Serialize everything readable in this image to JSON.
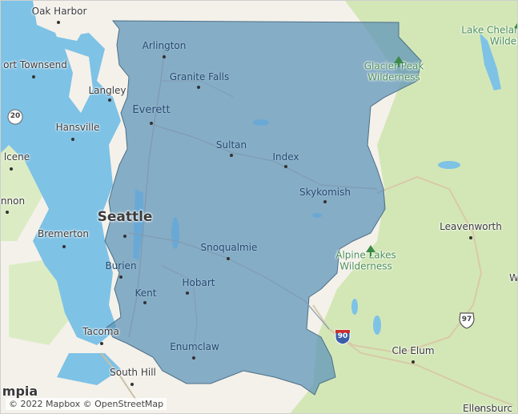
{
  "map": {
    "attribution": "© 2022 Mapbox © OpenStreetMap",
    "region_fill": "#5b93b8",
    "water_color": "#7ec2e6",
    "land_color": "#f4f1ea",
    "forest_color": "#d3e7b6",
    "places": {
      "oak_harbor": "Oak Harbor",
      "port_townsend": "ort Townsend",
      "langley": "Langley",
      "hansville": "Hansville",
      "everett": "Everett",
      "arlington": "Arlington",
      "granite_falls": "Granite Falls",
      "sultan": "Sultan",
      "index": "Index",
      "skykomish": "Skykomish",
      "seattle": "Seattle",
      "bremerton": "Bremerton",
      "burien": "Burien",
      "kent": "Kent",
      "hobart": "Hobart",
      "snoqualmie": "Snoqualmie",
      "enumclaw": "Enumclaw",
      "tacoma": "Tacoma",
      "south_hill": "South Hill",
      "olympia": "mpia",
      "leavenworth": "Leavenworth",
      "cle_elum": "Cle Elum",
      "ellensburg": "Ellensburc",
      "lake_chelan_line1": "Lake Chelan",
      "lake_chelan_line2": "Wilder",
      "glacier_peak_line1": "Glacier Peak",
      "glacier_peak_line2": "Wilderness",
      "alpine_lakes_line1": "Alpine Lakes",
      "alpine_lakes_line2": "Wilderness",
      "chelan_w": "W",
      "belfair": "lcene",
      "shelton": "nnon"
    },
    "shields": {
      "sr20": "20",
      "i90": "90",
      "us97": "97"
    },
    "icons": [
      "tree-icon",
      "tree-icon",
      "tree-icon"
    ]
  }
}
